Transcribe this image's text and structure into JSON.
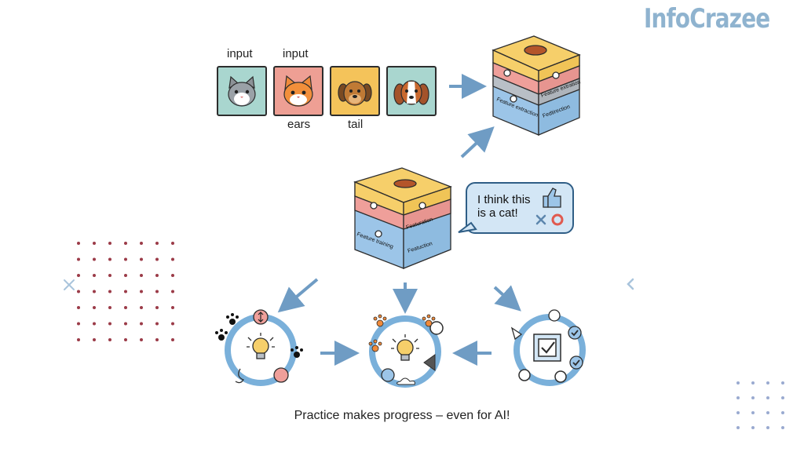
{
  "brand": "InfoCrazee",
  "top_row": {
    "label_input_1": "input",
    "label_input_2": "input",
    "label_ears": "ears",
    "label_tail": "tail"
  },
  "cube_layers": {
    "top_feature_1": "Feature extraction",
    "top_feature_2": "Feature extration",
    "top_feature_3": "Fedtirection",
    "center_feature_1": "Featuration",
    "center_feature_2": "Feature training",
    "center_feature_3": "Featuction"
  },
  "speech_bubble": {
    "text": "I think this is a cat!"
  },
  "caption": "Practice makes progress – even for AI!",
  "colors": {
    "blue_arrow": "#6f9cc4",
    "brand": "#8fb3cf",
    "cube_yellow": "#f6cf6a",
    "cube_pink": "#ef9f9a",
    "cube_blue": "#9cc5e8",
    "cube_gray": "#b9bfc6",
    "dot_red": "#9b3b48",
    "dot_blue": "#9aaad0"
  },
  "icons": [
    "cat-face-icon",
    "fox-cat-face-icon",
    "puppy-face-icon",
    "beagle-face-icon",
    "thumbs-up-icon",
    "x-mark-icon",
    "circle-mark-icon",
    "lightbulb-icon",
    "paw-icon",
    "checkbox-icon",
    "checkmark-icon"
  ]
}
